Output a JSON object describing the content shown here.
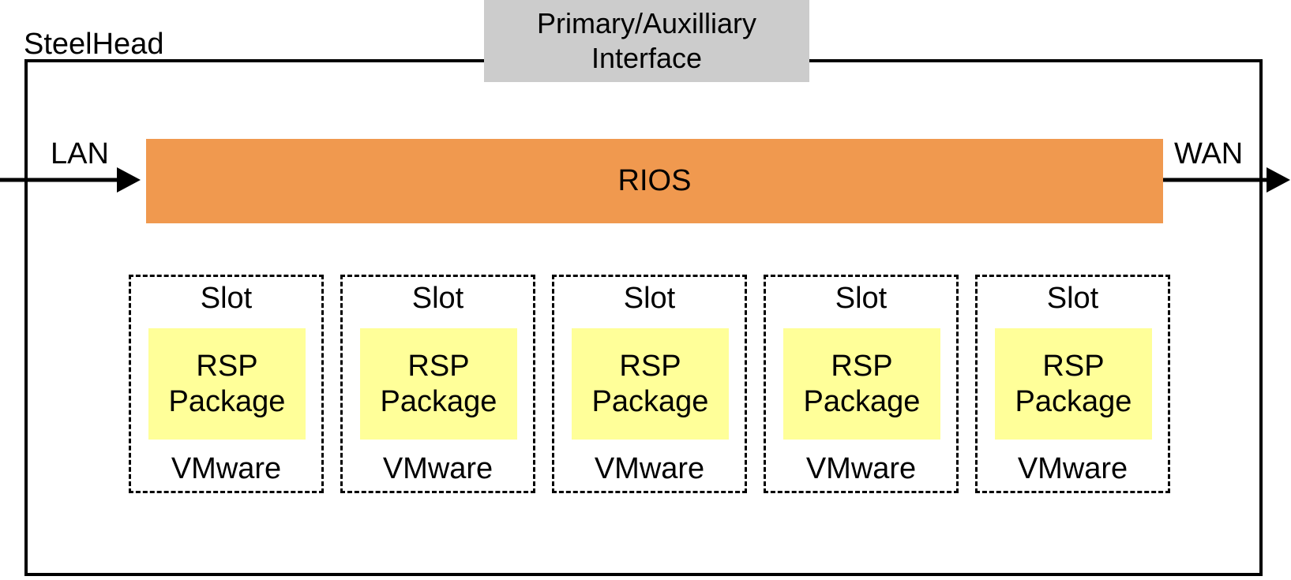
{
  "diagram": {
    "device_label": "SteelHead",
    "interface_box": {
      "line1": "Primary/Auxilliary",
      "line2": "Interface"
    },
    "rios_label": "RIOS",
    "lan_label": "LAN",
    "wan_label": "WAN",
    "slots": [
      {
        "slot_label": "Slot",
        "package_line1": "RSP",
        "package_line2": "Package",
        "platform_label": "VMware"
      },
      {
        "slot_label": "Slot",
        "package_line1": "RSP",
        "package_line2": "Package",
        "platform_label": "VMware"
      },
      {
        "slot_label": "Slot",
        "package_line1": "RSP",
        "package_line2": "Package",
        "platform_label": "VMware"
      },
      {
        "slot_label": "Slot",
        "package_line1": "RSP",
        "package_line2": "Package",
        "platform_label": "VMware"
      },
      {
        "slot_label": "Slot",
        "package_line1": "RSP",
        "package_line2": "Package",
        "platform_label": "VMware"
      }
    ],
    "colors": {
      "interface_box_bg": "#CCCCCC",
      "rios_bg": "#F0994F",
      "package_bg": "#FFFF99",
      "outline": "#000000",
      "text": "#000000",
      "background": "#FFFFFF"
    }
  }
}
